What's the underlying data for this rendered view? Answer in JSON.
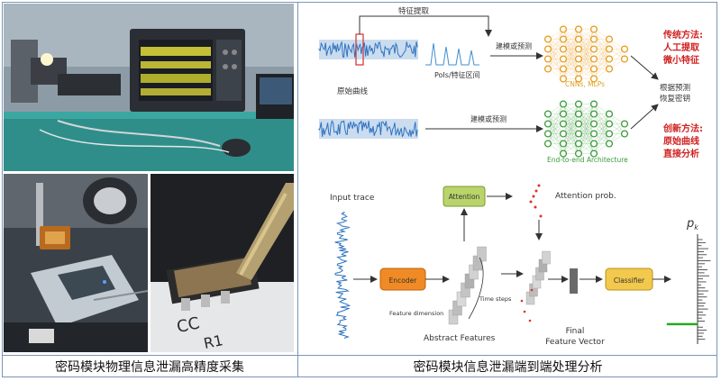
{
  "captions": {
    "left": "密码模块物理信息泄漏高精度采集",
    "right": "密码模块信息泄漏端到端处理分析"
  },
  "top_diagram": {
    "feature_extraction": "特征提取",
    "raw_curve": "原始曲线",
    "pois": "PoIs/特征区间",
    "modeling1": "建模或预测",
    "modeling2": "建模或预测",
    "cnn_mlp": "CNNs, MLPs",
    "end_to_end": "End-to-end Architecture",
    "recover_key": [
      "根据预测",
      "恢复密钥"
    ],
    "traditional": [
      "传统方法:",
      "人工提取",
      "微小特征"
    ],
    "innovative": [
      "创新方法:",
      "原始曲线",
      "直接分析"
    ]
  },
  "bottom_diagram": {
    "input_trace": "Input trace",
    "encoder": "Encoder",
    "attention": "Attention",
    "attention_prob": "Attention prob.",
    "time_steps": "Time steps",
    "feature_dimension": "Feature dimension",
    "abstract_features": "Abstract Features",
    "final_feature_vector": [
      "Final",
      "Feature Vector"
    ],
    "classifier": "Classifier",
    "pk": "p",
    "pk_sub": "k",
    "pk_bars": [
      0.28,
      0.45,
      0.22,
      0.6,
      0.35,
      0.5,
      0.3,
      0.72,
      0.4,
      0.25,
      0.55,
      0.38,
      0.65,
      0.3,
      0.48,
      0.2,
      0.42,
      0.6,
      0.33,
      0.52,
      0.27,
      0.44,
      0.36,
      0.58,
      0.3,
      0.46,
      0.24,
      0.4,
      0.95,
      0.3,
      0.5,
      0.35,
      0.28,
      0.42
    ]
  },
  "colors": {
    "trace_blue": "#2f74c0",
    "encoder_orange": "#f08a24",
    "attention_green": "#b9d46a",
    "classifier_yellow": "#f2c94c",
    "red_text": "#d02020",
    "highlight_green": "#22aa22"
  }
}
